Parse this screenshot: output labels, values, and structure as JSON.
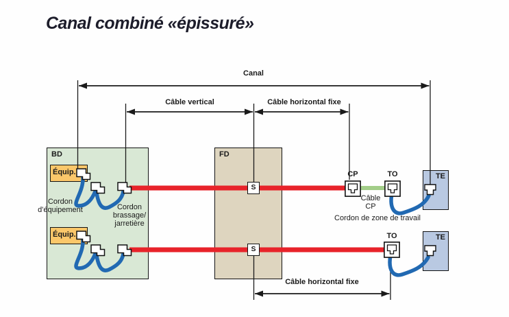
{
  "title": "Canal combiné «épissuré»",
  "dimensions": {
    "canal": "Canal",
    "cable_vertical": "Câble vertical",
    "cable_horizontal_fixe_top": "Câble horizontal fixe",
    "cable_horizontal_fixe_bottom": "Câble horizontal fixe"
  },
  "boxes": {
    "bd": "BD",
    "fd": "FD",
    "te_top": "TE",
    "te_bottom": "TE",
    "equip_top": "Équip.",
    "equip_bottom": "Équip.",
    "cp": "CP",
    "to_top": "TO",
    "to_bottom": "TO",
    "splice_top": "S",
    "splice_bottom": "S"
  },
  "labels": {
    "cordon_equipement": "Cordon\nd'équipement",
    "cordon_brassage": "Cordon\nbrassage/\njarretière",
    "cable_cp": "Câble\nCP",
    "cordon_zone_travail": "Cordon de zone de travail"
  },
  "colors": {
    "red_cable": "#e8232a",
    "green_cable": "#a2cd88",
    "blue_cord": "#2169b2",
    "bd_fill": "#d9e8d5",
    "fd_fill": "#ded5bf",
    "te_fill": "#b9c9e2",
    "equip_fill": "#fbc76a",
    "line": "#1a1a1a"
  }
}
